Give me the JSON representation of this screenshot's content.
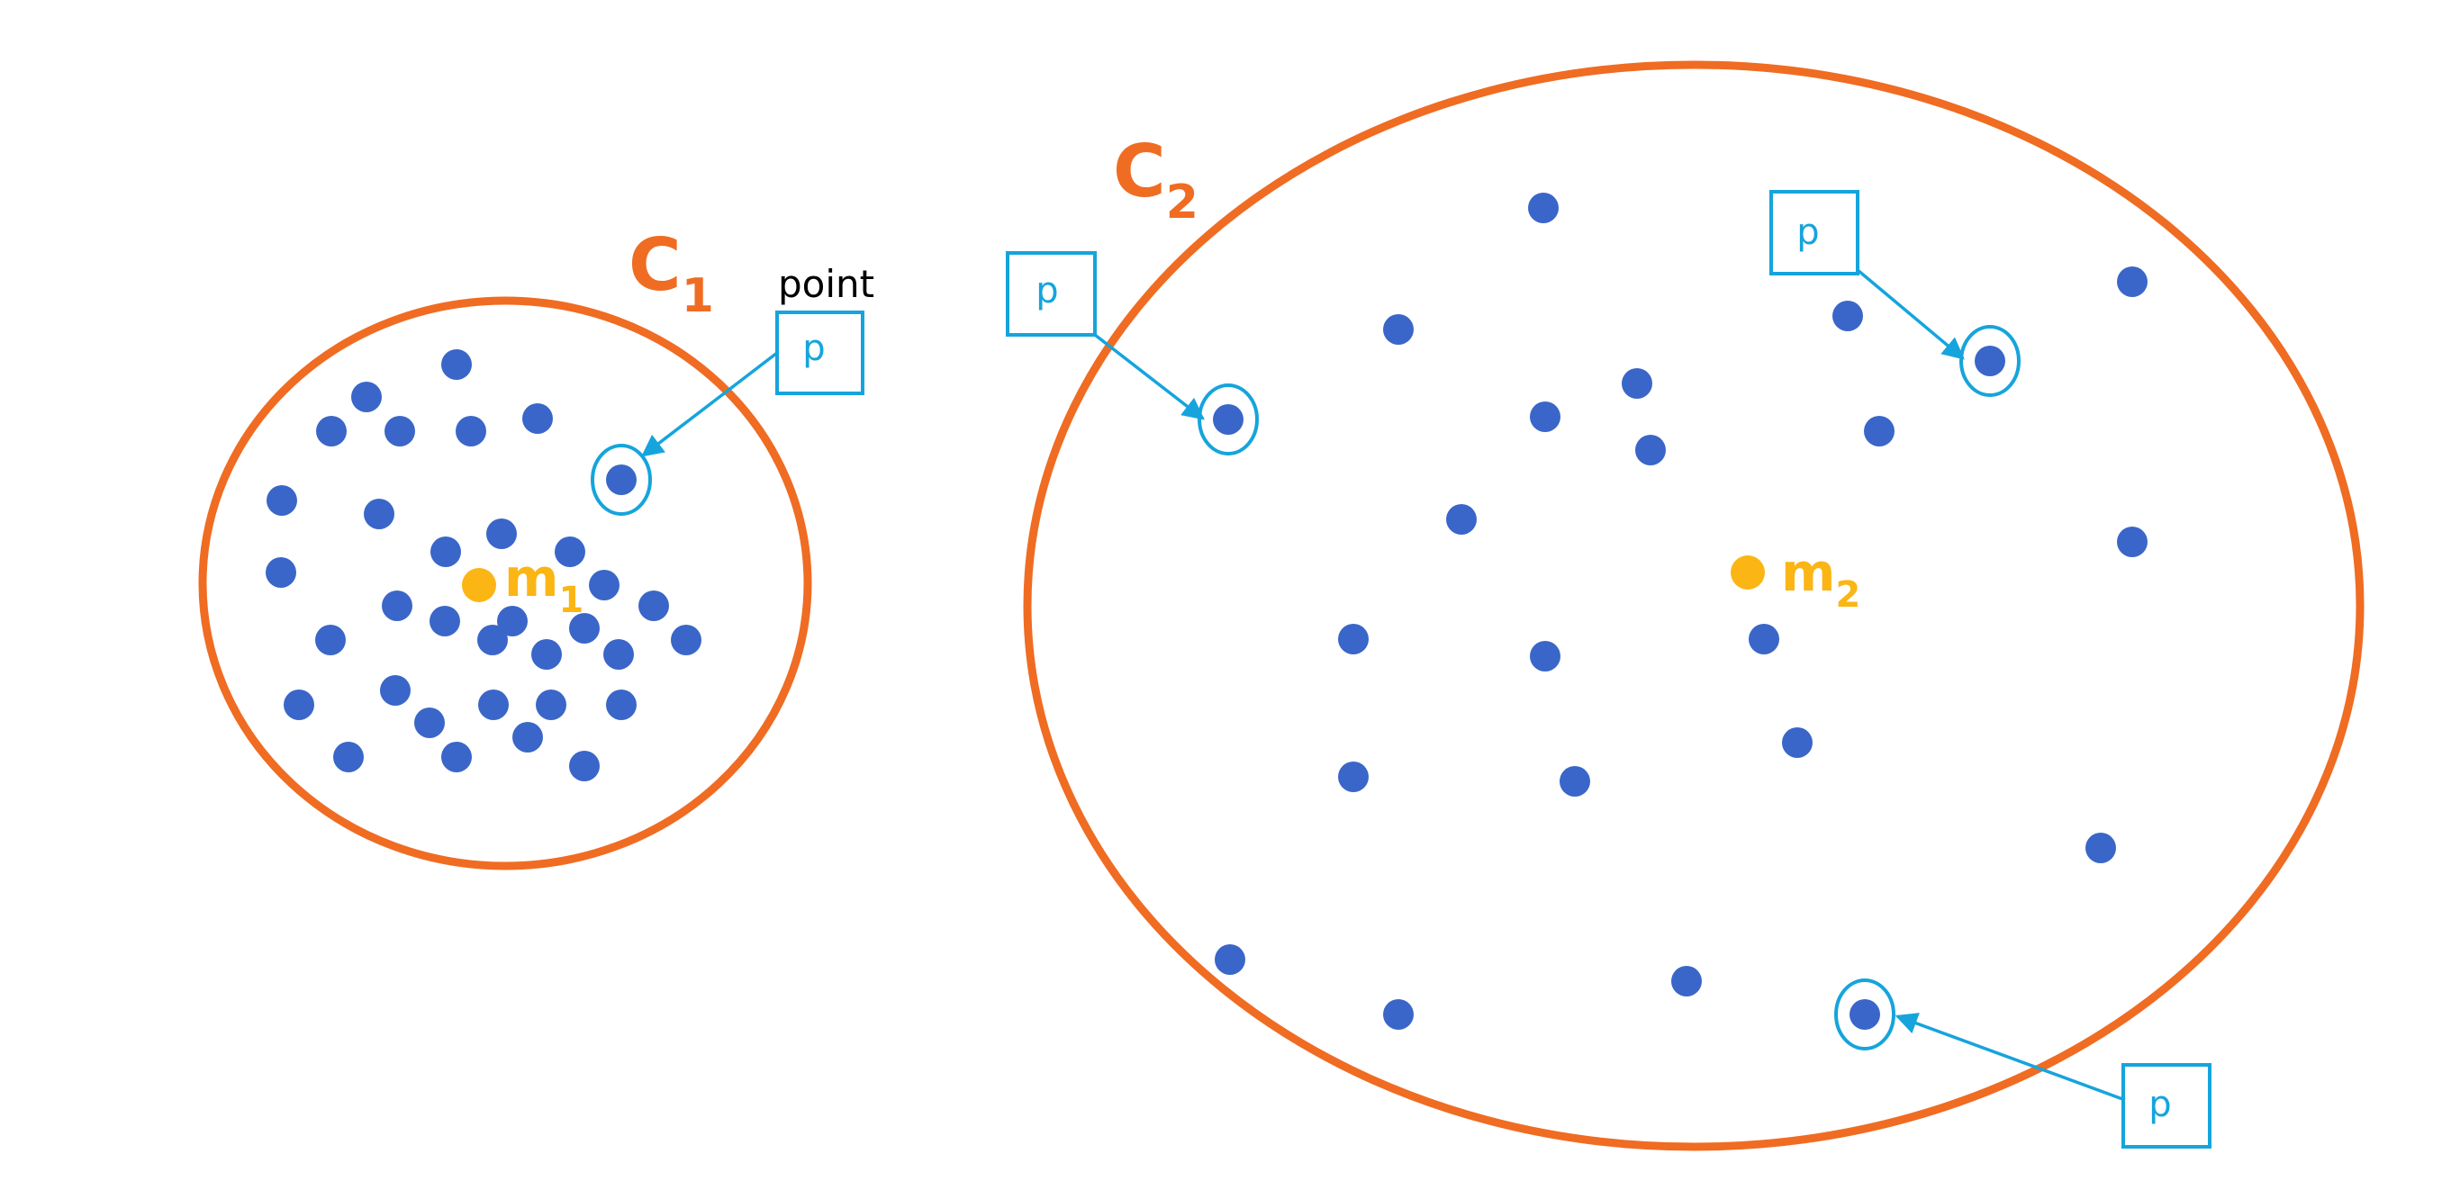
{
  "colors": {
    "background": "#ffffff",
    "cluster_boundary": "#ef6c22",
    "point": "#3a66c9",
    "centroid": "#fbb514",
    "annotation": "#16a4dc",
    "text_dark": "#000000"
  },
  "clusters": [
    {
      "name_main": "C",
      "name_sub": "1",
      "centroid_label_main": "m",
      "centroid_label_sub": "1"
    },
    {
      "name_main": "C",
      "name_sub": "2",
      "centroid_label_main": "m",
      "centroid_label_sub": "2"
    }
  ],
  "point_caption": "point",
  "callout_label": "p",
  "callout_count": 4
}
